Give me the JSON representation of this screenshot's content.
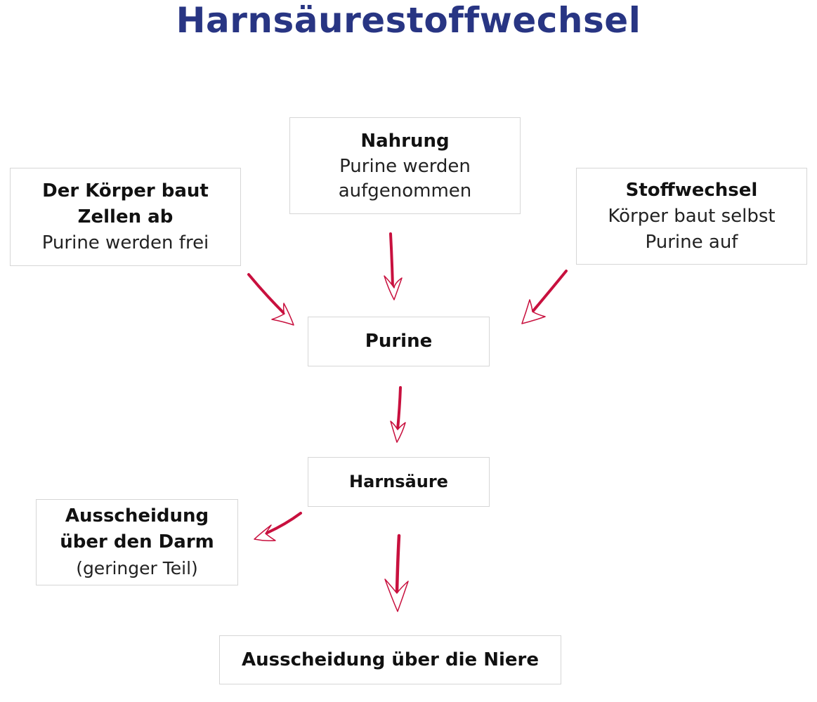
{
  "title": "Harnsäurestoffwechsel",
  "nodes": {
    "nahrung": {
      "heading": "Nahrung",
      "text": "Purine werden\naufgenommen"
    },
    "koerper": {
      "heading_line1": "Der Körper baut",
      "heading_line2": "Zellen ab",
      "text": "Purine werden frei"
    },
    "stoffwechsel": {
      "heading": "Stoffwechsel",
      "text": "Körper baut selbst\nPurine auf"
    },
    "purine": {
      "heading": "Purine"
    },
    "harnsaeure": {
      "heading": "Harnsäure"
    },
    "darm": {
      "heading_line1": "Ausscheidung",
      "heading_line2": "über den Darm",
      "text": "(geringer Teil)"
    },
    "niere": {
      "heading": "Ausscheidung über die Niere"
    }
  },
  "colors": {
    "title": "#283583",
    "arrow": "#c8103e",
    "box_border": "#d6d6d6"
  }
}
